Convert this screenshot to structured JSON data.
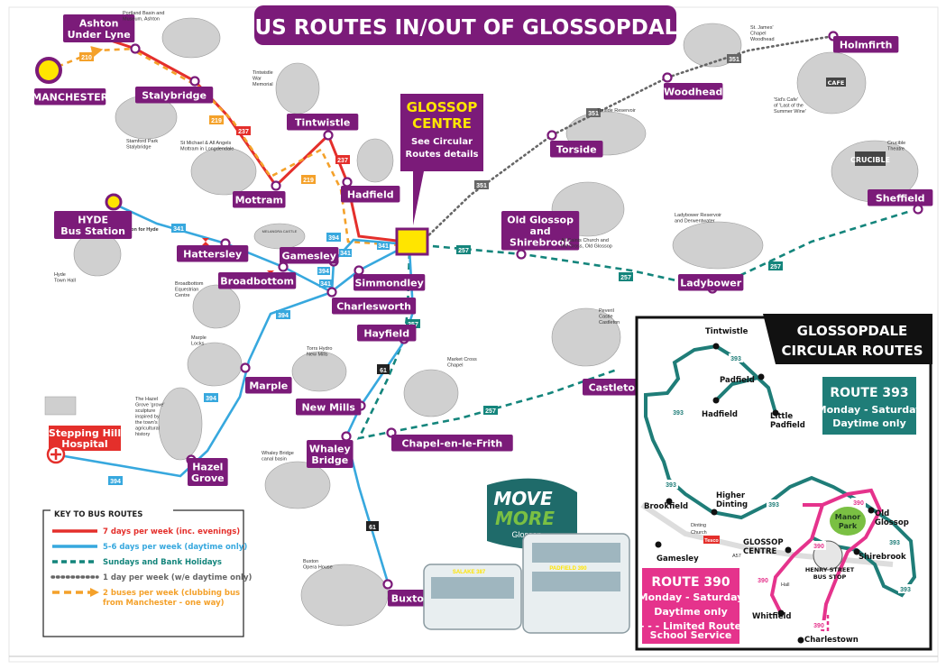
{
  "title": "BUS ROUTES IN/OUT OF GLOSSOPDALE",
  "colors": {
    "purple": "#7b1b79",
    "red": "#e42f2b",
    "blue": "#37a8de",
    "teal": "#14857c",
    "grey": "#666666",
    "orange": "#f4a12a",
    "yellow": "#ffe500",
    "pink": "#e5338c",
    "green": "#7ac043",
    "darkTeal": "#1f7d78"
  },
  "glossop_centre": {
    "title_line1": "GLOSSOP",
    "title_line2": "CENTRE",
    "sub_line1": "See Circular",
    "sub_line2": "Routes details"
  },
  "places": [
    {
      "id": "ashton",
      "lines": [
        "Ashton",
        "Under Lyne"
      ]
    },
    {
      "id": "manchester",
      "lines": [
        "MANCHESTER"
      ]
    },
    {
      "id": "stalybridge",
      "lines": [
        "Stalybridge"
      ]
    },
    {
      "id": "tintwistle",
      "lines": [
        "Tintwistle"
      ]
    },
    {
      "id": "mottram",
      "lines": [
        "Mottram"
      ]
    },
    {
      "id": "hadfield",
      "lines": [
        "Hadfield"
      ]
    },
    {
      "id": "hyde",
      "lines": [
        "HYDE",
        "Bus Station"
      ]
    },
    {
      "id": "hattersley",
      "lines": [
        "Hattersley"
      ]
    },
    {
      "id": "gamesley",
      "lines": [
        "Gamesley"
      ]
    },
    {
      "id": "simmondley",
      "lines": [
        "Simmondley"
      ]
    },
    {
      "id": "broadbottom",
      "lines": [
        "Broadbottom"
      ]
    },
    {
      "id": "charlesworth",
      "lines": [
        "Charlesworth"
      ]
    },
    {
      "id": "hayfield",
      "lines": [
        "Hayfield"
      ]
    },
    {
      "id": "marple",
      "lines": [
        "Marple"
      ]
    },
    {
      "id": "newmills",
      "lines": [
        "New Mills"
      ]
    },
    {
      "id": "whaley",
      "lines": [
        "Whaley",
        "Bridge"
      ]
    },
    {
      "id": "chapel",
      "lines": [
        "Chapel-en-le-Frith"
      ]
    },
    {
      "id": "hazel",
      "lines": [
        "Hazel",
        "Grove"
      ]
    },
    {
      "id": "buxton",
      "lines": [
        "Buxton"
      ]
    },
    {
      "id": "oldglossop",
      "lines": [
        "Old Glossop",
        "and",
        "Shirebrook"
      ]
    },
    {
      "id": "torside",
      "lines": [
        "Torside"
      ]
    },
    {
      "id": "woodhead",
      "lines": [
        "Woodhead"
      ]
    },
    {
      "id": "holmfirth",
      "lines": [
        "Holmfirth"
      ]
    },
    {
      "id": "sheffield",
      "lines": [
        "Sheffield"
      ]
    },
    {
      "id": "ladybower",
      "lines": [
        "Ladybower"
      ]
    },
    {
      "id": "castleton",
      "lines": [
        "Castleton"
      ]
    }
  ],
  "stepping_hill": {
    "line1": "Stepping Hill",
    "line2": "Hospital"
  },
  "newton_for_hyde": "Newton for Hyde",
  "captions": [
    {
      "id": "cap-portland",
      "lines": [
        "Portland Basin and",
        "Museum, Ashton"
      ]
    },
    {
      "id": "cap-stamford",
      "lines": [
        "Stamford Park",
        "Stalybridge"
      ]
    },
    {
      "id": "cap-tintwistle-war",
      "lines": [
        "Tintwistle",
        "War",
        "Memorial"
      ]
    },
    {
      "id": "cap-stmichael",
      "lines": [
        "St Michael & All Angels",
        "Mottram in Longdendale"
      ]
    },
    {
      "id": "cap-hyde-town",
      "lines": [
        "Hyde",
        "Town Hall"
      ]
    },
    {
      "id": "cap-broadbottom-eq",
      "lines": [
        "Broadbottom",
        "Equestrian",
        "Centre"
      ]
    },
    {
      "id": "cap-marple-locks",
      "lines": [
        "Marple",
        "Locks"
      ]
    },
    {
      "id": "cap-torrs",
      "lines": [
        "Torrs Hydro",
        "New Mills"
      ]
    },
    {
      "id": "cap-market-cross",
      "lines": [
        "Market Cross",
        "Chapel"
      ]
    },
    {
      "id": "cap-whaley-canal",
      "lines": [
        "Whaley Bridge",
        "canal basin"
      ]
    },
    {
      "id": "cap-hazel-grove",
      "lines": [
        "The Hazel",
        "Grove 'grove'",
        "sculpture",
        "inspired by",
        "the town's",
        "agricultural",
        "history"
      ]
    },
    {
      "id": "cap-buxton-opera",
      "lines": [
        "Buxton",
        "Opera House"
      ]
    },
    {
      "id": "cap-stjames",
      "lines": [
        "St. James'",
        "Chapel",
        "Woodhead"
      ]
    },
    {
      "id": "cap-torside-res",
      "lines": [
        "Torside Reservoir"
      ]
    },
    {
      "id": "cap-sids",
      "lines": [
        "'Sid's Cafe'",
        "of 'Last of the",
        "Summer Wine'"
      ]
    },
    {
      "id": "cap-crucible",
      "lines": [
        "Crucible",
        "Theatre"
      ]
    },
    {
      "id": "cap-allsaints",
      "lines": [
        "All Saints Church and",
        "the Cross, Old Glossop"
      ]
    },
    {
      "id": "cap-ladybower-res",
      "lines": [
        "Ladybower Reservoir",
        "and Derwentwater"
      ]
    },
    {
      "id": "cap-peveril",
      "lines": [
        "Peveril",
        "Castle",
        "Castleton"
      ]
    }
  ],
  "photo_signs": {
    "crucible": "CRUCIBLE",
    "cafe": "CAFE",
    "melandra": "MELANDRA CASTLE"
  },
  "route_numbers": [
    {
      "id": "r210",
      "text": "210"
    },
    {
      "id": "r219a",
      "text": "219"
    },
    {
      "id": "r237a",
      "text": "237"
    },
    {
      "id": "r219b",
      "text": "219"
    },
    {
      "id": "r237b",
      "text": "237"
    },
    {
      "id": "r341",
      "text": "341"
    },
    {
      "id": "r394a",
      "text": "394"
    },
    {
      "id": "r394b",
      "text": "394"
    },
    {
      "id": "r394c",
      "text": "394"
    },
    {
      "id": "r394d",
      "text": "394"
    },
    {
      "id": "r394e",
      "text": "394"
    },
    {
      "id": "r341b",
      "text": "341"
    },
    {
      "id": "r341c",
      "text": "341"
    },
    {
      "id": "r341d",
      "text": "341"
    },
    {
      "id": "r61a",
      "text": "61"
    },
    {
      "id": "r61b",
      "text": "61"
    },
    {
      "id": "r257a",
      "text": "257"
    },
    {
      "id": "r257b",
      "text": "257"
    },
    {
      "id": "r257c",
      "text": "257"
    },
    {
      "id": "r257d",
      "text": "257"
    },
    {
      "id": "r257e",
      "text": "257"
    },
    {
      "id": "r351a",
      "text": "351"
    },
    {
      "id": "r351b",
      "text": "351"
    },
    {
      "id": "r351c",
      "text": "351"
    }
  ],
  "key": {
    "title": "KEY TO BUS ROUTES",
    "items": [
      {
        "label": "7 days per week (inc. evenings)",
        "color": "#e42f2b",
        "style": "solid"
      },
      {
        "label": "5-6 days per week (daytime only)",
        "color": "#37a8de",
        "style": "solid"
      },
      {
        "label": "Sundays and Bank Holidays",
        "color": "#14857c",
        "style": "dashed"
      },
      {
        "label": "1 day per week (w/e daytime only)",
        "color": "#666666",
        "style": "dotted"
      },
      {
        "label": "2 buses per week (clubbing bus",
        "label2": "from Manchester - one way)",
        "color": "#f4a12a",
        "style": "arrow"
      }
    ]
  },
  "move_more": {
    "line1": "MOVE",
    "line2": "MORE",
    "line3": "Glossop"
  },
  "bus_signs": {
    "bus1": "SALAKE 387",
    "bus2": "PADFIELD 390"
  },
  "circular": {
    "title_line1": "GLOSSOPDALE",
    "title_line2": "CIRCULAR ROUTES",
    "route393": {
      "title": "ROUTE 393",
      "days": "Monday - Saturday",
      "time": "Daytime only"
    },
    "route390": {
      "title": "ROUTE 390",
      "days": "Monday - Saturday",
      "time": "Daytime only",
      "note1": "- - - Limited Route",
      "note2": "School Service"
    },
    "places": [
      {
        "id": "c-tintwistle",
        "lines": [
          "Tintwistle"
        ]
      },
      {
        "id": "c-padfield",
        "lines": [
          "Padfield"
        ]
      },
      {
        "id": "c-hadfield",
        "lines": [
          "Hadfield"
        ]
      },
      {
        "id": "c-little-padfield",
        "lines": [
          "Little",
          "Padfield"
        ]
      },
      {
        "id": "c-brookfield",
        "lines": [
          "Brookfield"
        ]
      },
      {
        "id": "c-higher-dinting",
        "lines": [
          "Higher",
          "Dinting"
        ]
      },
      {
        "id": "c-gamesley",
        "lines": [
          "Gamesley"
        ]
      },
      {
        "id": "c-glossop-centre",
        "lines": [
          "GLOSSOP",
          "CENTRE"
        ]
      },
      {
        "id": "c-old-glossop",
        "lines": [
          "Old",
          "Glossop"
        ]
      },
      {
        "id": "c-shirebrook",
        "lines": [
          "Shirebrook"
        ]
      },
      {
        "id": "c-whitfield",
        "lines": [
          "Whitfield"
        ]
      },
      {
        "id": "c-charlestown",
        "lines": [
          "Charlestown"
        ]
      }
    ],
    "manor_park": {
      "line1": "Manor",
      "line2": "Park"
    },
    "henry_street": {
      "line1": "HENRY STREET",
      "line2": "BUS STOP"
    },
    "small_labels": {
      "dinting": "Dinting",
      "church": "Church",
      "tesco": "Tesco",
      "hall": "Hall",
      "a57": "A57"
    },
    "route_numbers": [
      {
        "id": "c393a",
        "text": "393"
      },
      {
        "id": "c393b",
        "text": "393"
      },
      {
        "id": "c393c",
        "text": "393"
      },
      {
        "id": "c393d",
        "text": "393"
      },
      {
        "id": "c393e",
        "text": "393"
      },
      {
        "id": "c393f",
        "text": "393"
      },
      {
        "id": "c390a",
        "text": "390"
      },
      {
        "id": "c390b",
        "text": "390"
      },
      {
        "id": "c390c",
        "text": "390"
      },
      {
        "id": "c390d",
        "text": "390"
      }
    ]
  }
}
